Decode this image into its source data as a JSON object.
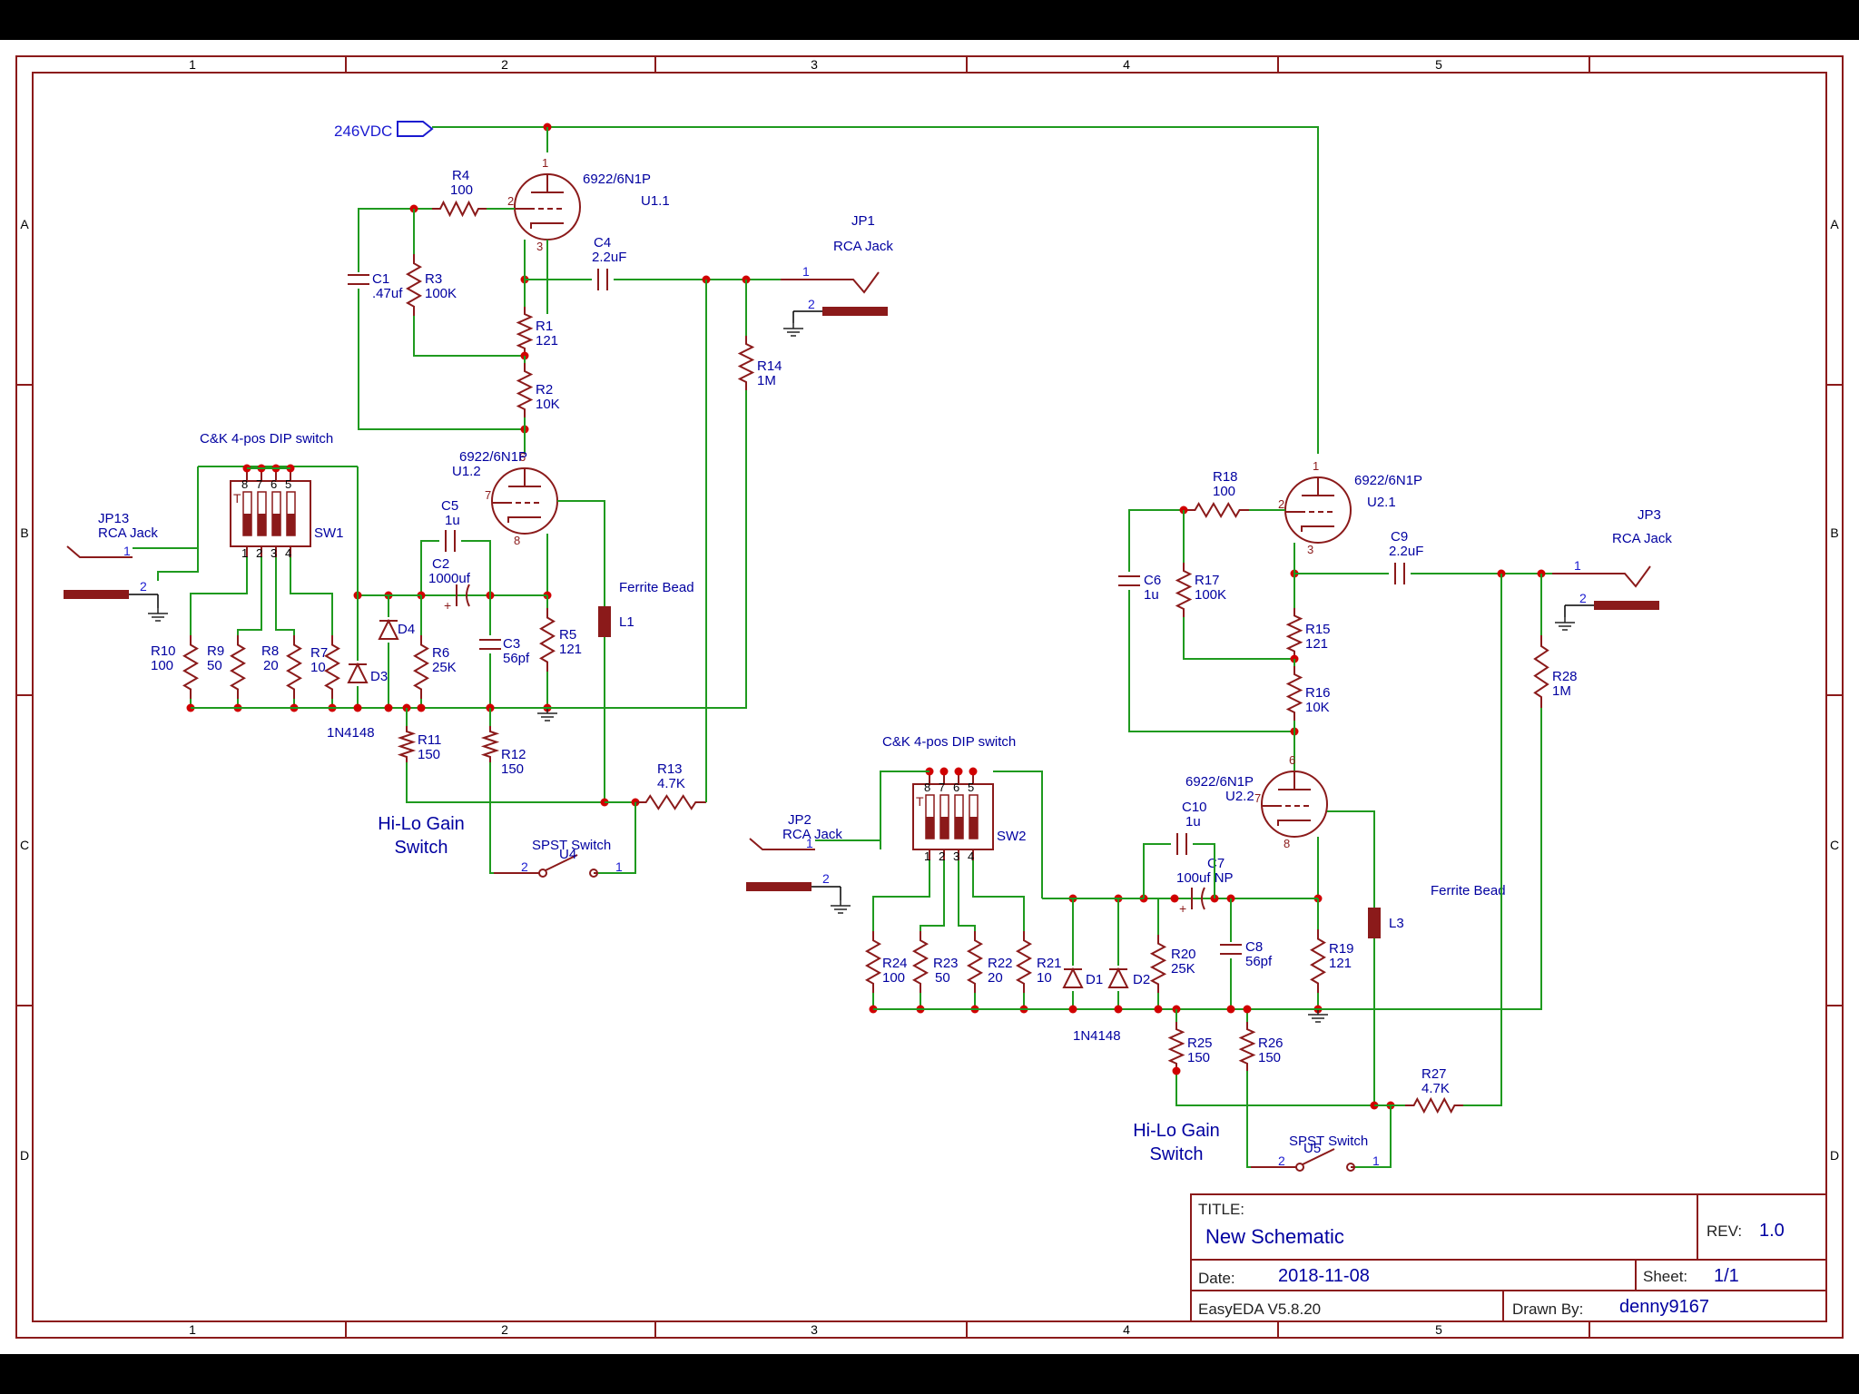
{
  "frame": {
    "col_labels": [
      "1",
      "2",
      "3",
      "4",
      "5"
    ],
    "row_labels": [
      "A",
      "B",
      "C",
      "D"
    ]
  },
  "title_block": {
    "title_label": "TITLE:",
    "title": "New Schematic",
    "rev_label": "REV:",
    "rev": "1.0",
    "date_label": "Date:",
    "date": "2018-11-08",
    "sheet_label": "Sheet:",
    "sheet": "1/1",
    "software": "EasyEDA V5.8.20",
    "drawn_by_label": "Drawn By:",
    "drawn_by": "denny9167"
  },
  "supply": {
    "label": "246VDC"
  },
  "tubes": {
    "u11": {
      "part": "6922/6N1P",
      "ref": "U1.1",
      "pins": [
        "1",
        "2",
        "3"
      ]
    },
    "u12": {
      "part": "6922/6N1P",
      "ref": "U1.2",
      "pins": [
        "6",
        "7",
        "8"
      ]
    },
    "u21": {
      "part": "6922/6N1P",
      "ref": "U2.1",
      "pins": [
        "1",
        "2",
        "3"
      ]
    },
    "u22": {
      "part": "6922/6N1P",
      "ref": "U2.2",
      "pins": [
        "6",
        "7",
        "8"
      ]
    }
  },
  "components_ch1": {
    "r4": [
      "R4",
      "100"
    ],
    "r3": [
      "R3",
      "100K"
    ],
    "c1": [
      "C1",
      ".47uf"
    ],
    "c4": [
      "C4",
      "2.2uF"
    ],
    "r1": [
      "R1",
      "121"
    ],
    "r2": [
      "R2",
      "10K"
    ],
    "r14": [
      "R14",
      "1M"
    ],
    "c5": [
      "C5",
      "1u"
    ],
    "c2": [
      "C2",
      "1000uf"
    ],
    "c3": [
      "C3",
      "56pf"
    ],
    "r5": [
      "R5",
      "121"
    ],
    "l1": [
      "L1",
      "Ferrite Bead"
    ],
    "r6": [
      "R6",
      "25K"
    ],
    "d4": "D4",
    "d3": "D3",
    "diode_part": "1N4148",
    "r10": [
      "R10",
      "100"
    ],
    "r9": [
      "R9",
      "50"
    ],
    "r8": [
      "R8",
      "20"
    ],
    "r7": [
      "R7",
      "10"
    ],
    "r11": [
      "R11",
      "150"
    ],
    "r12": [
      "R12",
      "150"
    ],
    "r13": [
      "R13",
      "4.7K"
    ],
    "sw": {
      "label": "C&K 4-pos DIP switch",
      "ref": "SW1",
      "top_pins": [
        "8",
        "7",
        "6",
        "5"
      ],
      "bottom_pins": [
        "1",
        "2",
        "3",
        "4"
      ]
    },
    "jp_in": {
      "ref": "JP13",
      "part": "RCA Jack",
      "pin1": "1",
      "pin2": "2"
    },
    "jp_out": {
      "ref": "JP1",
      "part": "RCA Jack",
      "pin1": "1",
      "pin2": "2"
    },
    "gain": {
      "label1": "Hi-Lo Gain",
      "label2": "Switch",
      "ref": "U4",
      "part": "SPST Switch",
      "pin2": "2",
      "pin1": "1"
    }
  },
  "components_ch2": {
    "r18": [
      "R18",
      "100"
    ],
    "r17": [
      "R17",
      "100K"
    ],
    "c6": [
      "C6",
      "1u"
    ],
    "c9": [
      "C9",
      "2.2uF"
    ],
    "r15": [
      "R15",
      "121"
    ],
    "r16": [
      "R16",
      "10K"
    ],
    "r28": [
      "R28",
      "1M"
    ],
    "c10": [
      "C10",
      "1u"
    ],
    "c7": [
      "C7",
      "100uf NP"
    ],
    "c8": [
      "C8",
      "56pf"
    ],
    "r19": [
      "R19",
      "121"
    ],
    "l3": [
      "L3",
      "Ferrite Bead"
    ],
    "r20": [
      "R20",
      "25K"
    ],
    "d1": "D1",
    "d2": "D2",
    "diode_part": "1N4148",
    "r24": [
      "R24",
      "100"
    ],
    "r23": [
      "R23",
      "50"
    ],
    "r22": [
      "R22",
      "20"
    ],
    "r21": [
      "R21",
      "10"
    ],
    "r25": [
      "R25",
      "150"
    ],
    "r26": [
      "R26",
      "150"
    ],
    "r27": [
      "R27",
      "4.7K"
    ],
    "sw": {
      "label": "C&K 4-pos DIP switch",
      "ref": "SW2",
      "top_pins": [
        "8",
        "7",
        "6",
        "5"
      ],
      "bottom_pins": [
        "1",
        "2",
        "3",
        "4"
      ]
    },
    "jp_in": {
      "ref": "JP2",
      "part": "RCA Jack",
      "pin1": "1",
      "pin2": "2"
    },
    "jp_out": {
      "ref": "JP3",
      "part": "RCA Jack",
      "pin1": "1",
      "pin2": "2"
    },
    "gain": {
      "label1": "Hi-Lo Gain",
      "label2": "Switch",
      "ref": "U5",
      "part": "SPST Switch",
      "pin2": "2",
      "pin1": "1"
    }
  },
  "colors": {
    "wire": "#1f9a1f",
    "part": "#8b1a1a",
    "text": "#0000a0",
    "pin": "#1a1ad0",
    "frame": "#8b1a1a",
    "node": "#d00000"
  }
}
